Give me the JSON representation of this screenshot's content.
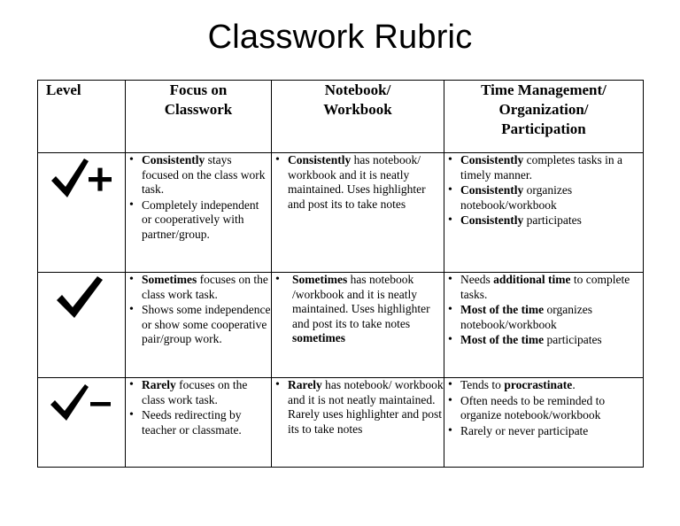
{
  "title": "Classwork Rubric",
  "table": {
    "headers": [
      {
        "name": "level",
        "lines": [
          "Level"
        ]
      },
      {
        "name": "focus-on-classwork",
        "lines": [
          "Focus on",
          "Classwork"
        ]
      },
      {
        "name": "notebook-workbook",
        "lines": [
          "Notebook/",
          "Workbook"
        ]
      },
      {
        "name": "time-management",
        "lines": [
          "Time Management/",
          "Organization/",
          "Participation"
        ]
      }
    ],
    "rows": [
      {
        "level_mark": "check-plus",
        "focus": [
          {
            "bold": "Consistently",
            "rest": " stays focused on the class work task."
          },
          {
            "bold": "",
            "rest": "Completely independent or cooperatively with partner/group."
          }
        ],
        "notebook": [
          {
            "bold": "Consistently",
            "rest": " has notebook/ workbook and it is neatly maintained.  Uses highlighter and post its to take notes"
          }
        ],
        "time": [
          {
            "bold": "Consistently",
            "rest": " completes tasks in a timely manner."
          },
          {
            "bold": "Consistently",
            "rest": " organizes notebook/workbook"
          },
          {
            "bold": "Consistently",
            "rest": " participates"
          }
        ]
      },
      {
        "level_mark": "check",
        "focus": [
          {
            "bold": "Sometimes",
            "rest": " focuses on the class work task."
          },
          {
            "bold": "",
            "rest": "Shows some independence or show some cooperative pair/group work."
          }
        ],
        "notebook": [
          {
            "bold": "Sometimes",
            "rest": " has notebook /workbook and it is neatly maintained.  Uses highlighter and post its to take notes ",
            "bold_tail": "sometimes"
          }
        ],
        "time": [
          {
            "bold": "",
            "rest": "Needs ",
            "bold_mid": "additional time",
            "rest2": " to complete tasks."
          },
          {
            "bold": "Most of the time",
            "rest": " organizes notebook/workbook"
          },
          {
            "bold": "Most of the time",
            "rest": " participates"
          }
        ]
      },
      {
        "level_mark": "check-minus",
        "focus": [
          {
            "bold": "Rarely",
            "rest": " focuses on the class work task."
          },
          {
            "bold": "",
            "rest": "Needs redirecting by teacher or classmate."
          }
        ],
        "notebook": [
          {
            "bold": "Rarely",
            "rest": " has notebook/ workbook and it is not neatly maintained.  Rarely uses highlighter and post its to take notes"
          }
        ],
        "time": [
          {
            "bold": "",
            "rest": "Tends to ",
            "bold_mid": "procrastinate",
            "rest2": "."
          },
          {
            "bold": "",
            "rest": "Often needs to be reminded to organize notebook/workbook"
          },
          {
            "bold": "",
            "rest": "Rarely or never participate"
          }
        ]
      }
    ]
  }
}
